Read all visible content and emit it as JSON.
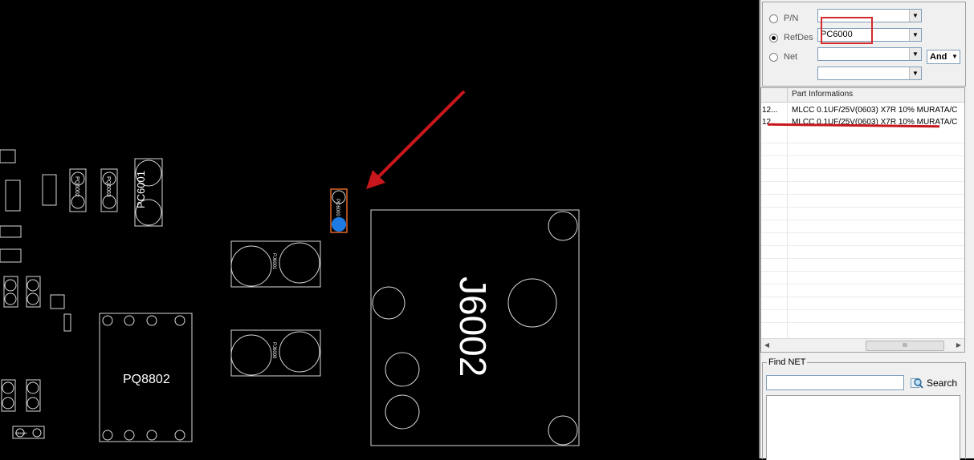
{
  "board": {
    "big_labels": {
      "j6002": "J6002",
      "pq8802": "PQ8802",
      "pc6001": "PC6001"
    },
    "small_labels": {
      "pc6000": "PC6000",
      "pj6001": "PJ6001",
      "pj6000": "PJ6000",
      "pq6002": "PQ6002",
      "pq6003": "PQ6003",
      "tiny": "PR6000"
    }
  },
  "search": {
    "pn_label": "P/N",
    "refdes_label": "RefDes",
    "net_label": "Net",
    "pn_value": "",
    "refdes_value": "PC6000",
    "net_value": "",
    "extra_value": "",
    "and_value": "And",
    "selected": "RefDes"
  },
  "grid": {
    "header": "Part Informations",
    "rows": [
      {
        "id": "12...",
        "info": "MLCC 0.1UF/25V(0603) X7R 10% MURATA/C"
      },
      {
        "id": "12...",
        "info": "MLCC 0.1UF/25V(0603) X7R 10% MURATA/C"
      }
    ],
    "scroll_grip": "III"
  },
  "findnet": {
    "title": "Find NET",
    "search_label": "Search",
    "value": ""
  },
  "colors": {
    "annotation_red": "#c8161d",
    "selected_pad": "#1e7be3",
    "selected_outline": "#e0672b"
  }
}
